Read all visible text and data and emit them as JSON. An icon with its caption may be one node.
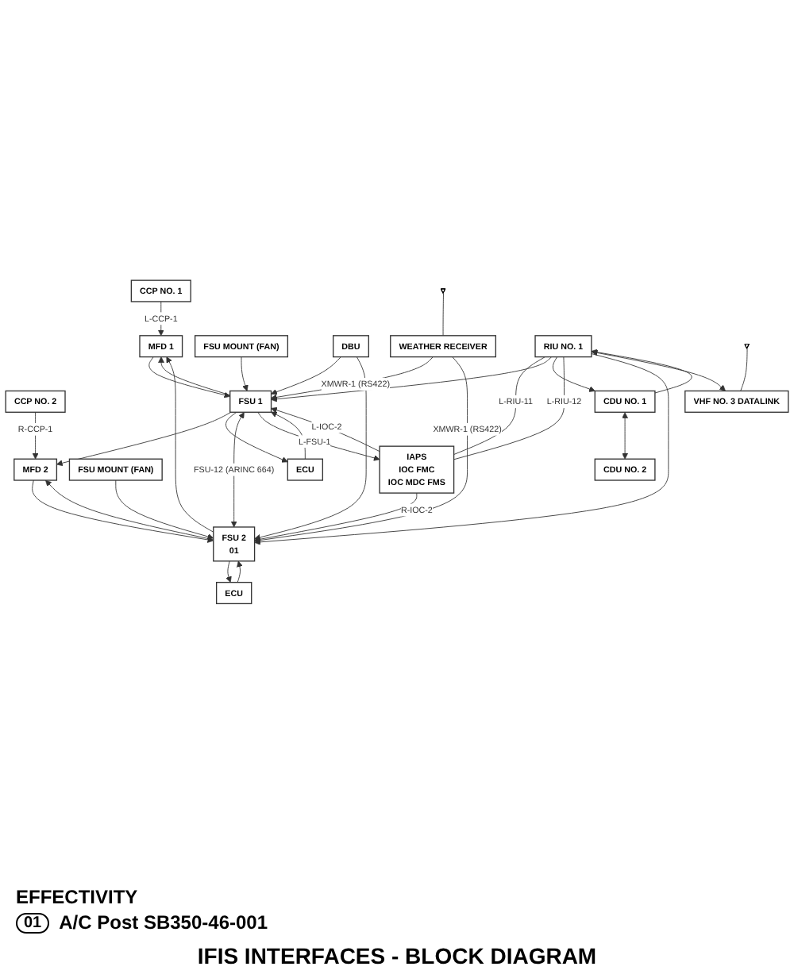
{
  "diagram": {
    "title": "IFIS INTERFACES - BLOCK DIAGRAM",
    "nodes": [
      {
        "text": [
          "MFD 1"
        ]
      },
      {
        "text": [
          "CCP NO. 1"
        ]
      },
      {
        "text": [
          "CCP NO. 2"
        ]
      },
      {
        "text": [
          "MFD 2"
        ]
      },
      {
        "text": [
          "FSU MOUNT (FAN)"
        ]
      },
      {
        "text": [
          "FSU MOUNT (FAN)"
        ]
      },
      {
        "text": [
          "FSU 1"
        ]
      },
      {
        "text": [
          "ECU"
        ]
      },
      {
        "text": [
          "ECU"
        ]
      },
      {
        "text": [
          "FSU 2",
          "01"
        ]
      },
      {
        "text": [
          "DBU"
        ]
      },
      {
        "text": [
          "IAPS",
          "IOC FMC",
          "IOC MDC FMS"
        ]
      },
      {
        "text": [
          "WEATHER RECEIVER"
        ]
      },
      {
        "text": [],
        "shape": "antenna"
      },
      {
        "text": [
          "RIU NO. 1"
        ]
      },
      {
        "text": [
          "VHF NO. 3 DATALINK"
        ]
      },
      {
        "text": [],
        "shape": "antenna"
      },
      {
        "text": [
          "CDU NO. 1"
        ]
      },
      {
        "text": [
          "CDU NO. 2"
        ]
      }
    ],
    "edges": [
      {
        "from": 1,
        "to": 0,
        "arrow": "to",
        "label": "L-CCP-1"
      },
      {
        "from": 2,
        "to": 3,
        "arrow": "to",
        "label": "R-CCP-1"
      },
      {
        "from": 0,
        "to": 6,
        "arrow": "to"
      },
      {
        "from": 3,
        "to": 9,
        "arrow": "to"
      },
      {
        "from": 4,
        "to": 6,
        "arrow": "to"
      },
      {
        "from": 5,
        "to": 9,
        "arrow": "to"
      },
      {
        "from": 6,
        "to": 0,
        "arrow": "to"
      },
      {
        "from": 6,
        "to": 3,
        "arrow": "to"
      },
      {
        "from": 9,
        "to": 0,
        "arrow": "to"
      },
      {
        "from": 9,
        "to": 3,
        "arrow": "to"
      },
      {
        "from": 6,
        "to": 7,
        "arrow": "to"
      },
      {
        "from": 7,
        "to": 6,
        "arrow": "to"
      },
      {
        "from": 9,
        "to": 8,
        "arrow": "to"
      },
      {
        "from": 8,
        "to": 9,
        "arrow": "to"
      },
      {
        "from": 6,
        "to": 9,
        "arrow": "both",
        "label": "FSU-12 (ARINC 664)"
      },
      {
        "from": 10,
        "to": 6,
        "arrow": "to"
      },
      {
        "from": 10,
        "to": 9,
        "arrow": "to"
      },
      {
        "from": 6,
        "to": 11,
        "arrow": "to",
        "label": "L-FSU-1"
      },
      {
        "from": 11,
        "to": 9,
        "arrow": "to",
        "label": "R-IOC-2"
      },
      {
        "from": 14,
        "to": 11,
        "arrow": "none",
        "label": "L-RIU-11"
      },
      {
        "from": 14,
        "to": 6,
        "arrow": "to"
      },
      {
        "from": 14,
        "to": 17,
        "arrow": "to"
      },
      {
        "from": 11,
        "to": 6,
        "arrow": "to",
        "label": "L-IOC-2"
      },
      {
        "from": 14,
        "to": 11,
        "arrow": "none",
        "label": "L-RIU-12"
      },
      {
        "from": 14,
        "to": 9,
        "arrow": "to"
      },
      {
        "from": 12,
        "to": 6,
        "arrow": "to",
        "label": "XMWR-1 (RS422)"
      },
      {
        "from": 12,
        "to": 9,
        "arrow": "to",
        "label": "XMWR-1 (RS422)"
      },
      {
        "from": 13,
        "to": 12,
        "arrow": "none"
      },
      {
        "from": 14,
        "to": 15,
        "arrow": "both"
      },
      {
        "from": 16,
        "to": 15,
        "arrow": "none"
      },
      {
        "from": 17,
        "to": 14,
        "arrow": "to"
      },
      {
        "from": 17,
        "to": 18,
        "arrow": "both"
      }
    ],
    "labels": [
      "EFFECTIVITY",
      "01",
      "A/C Post SB350-46-001"
    ]
  }
}
